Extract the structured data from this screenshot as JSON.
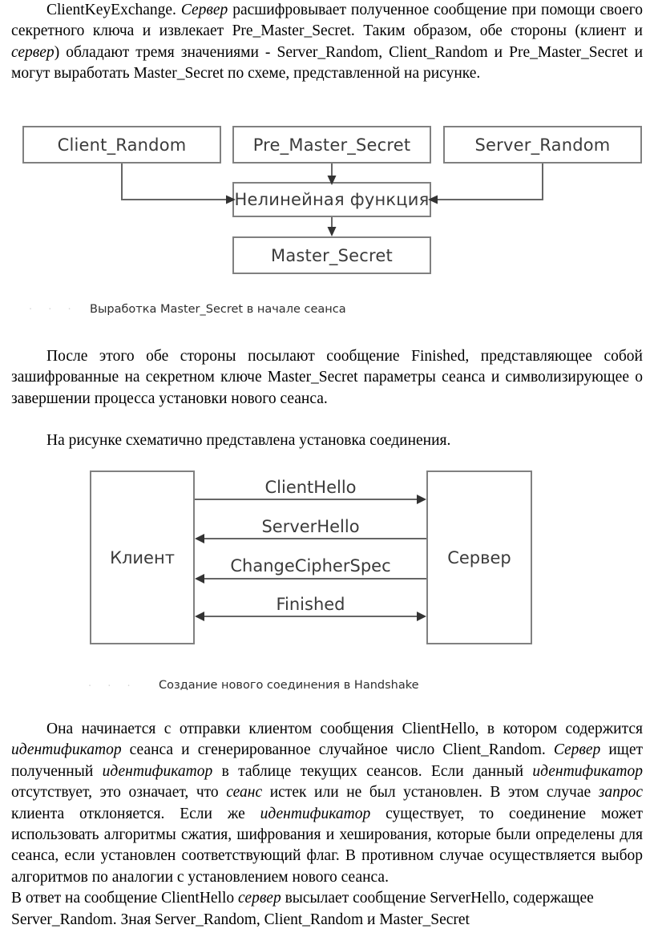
{
  "document": {
    "paragraphs": [
      {
        "id": "p1",
        "text": "ClientKeyExchange. Сервер расшифровывает полученное сообщение при помощи своего секретного ключа и извлекает Pre_Master_Secret. Таким образом, обе стороны (клиент и сервер) обладают тремя значениями - Server_Random, Client_Random и Pre_Master_Secret и могут выработать Master_Secret по схеме, представленной на рисунке."
      },
      {
        "id": "p2",
        "text": "После этого обе стороны посылают сообщение Finished, представляющее собой зашифрованные на секретном ключе Master_Secret параметры сеанса и символизирующее о завершении процесса установки нового сеанса."
      },
      {
        "id": "p3",
        "text": "На рисунке  схематично представлена установка соединения."
      },
      {
        "id": "p4",
        "text": "Она начинается с отправки клиентом сообщения ClientHello, в котором содержится идентификатор сеанса  и  сгенерированное  случайное  число Client_Random. Сервер ищет  полученный идентификатор в  таблице  текущих сеансов. Если данный идентификатор отсутствует, это означает, что сеанс истек или  не  был  установлен.  В  этом  случае запрос клиента  отклоняется.  Если же идентификатор существует, то соединение может использовать алгоритмы сжатия, шифрования и хеширования, которые были определены для сеанса, если установлен соответствующий флаг. В противном случае осуществляется выбор алгоритмов по аналогии с установлением нового сеанса."
      },
      {
        "id": "p5",
        "text": "В ответ на сообщение ClientHello сервер высылает сообщение ServerHello, содержащее Server_Random. Зная Server_Random, Client_Random и Master_Secret"
      }
    ]
  },
  "figure1": {
    "caption": "Выработка Master_Secret в начале сеанса",
    "caption_ghost": ". . .",
    "nodes": {
      "client_random": "Client_Random",
      "pre_master_secret": "Pre_Master_Secret",
      "server_random": "Server_Random",
      "nonlinear_function": "Нелинейная функция",
      "master_secret": "Master_Secret"
    },
    "edges": [
      {
        "from": "client_random",
        "to": "nonlinear_function",
        "direction": "one-way"
      },
      {
        "from": "pre_master_secret",
        "to": "nonlinear_function",
        "direction": "one-way"
      },
      {
        "from": "server_random",
        "to": "nonlinear_function",
        "direction": "one-way"
      },
      {
        "from": "nonlinear_function",
        "to": "master_secret",
        "direction": "one-way"
      }
    ],
    "colors": {
      "box_border": "#808080",
      "connector": "#666666",
      "text": "#3b3b3b"
    }
  },
  "figure2": {
    "caption": "Создание нового соединения в Handshake",
    "caption_ghost": ". . .",
    "parties": {
      "left": "Клиент",
      "right": "Сервер"
    },
    "messages": [
      {
        "label": "ClientHello",
        "direction": "left-to-right"
      },
      {
        "label": "ServerHello",
        "direction": "right-to-left"
      },
      {
        "label": "ChangeCipherSpec",
        "direction": "right-to-left"
      },
      {
        "label": "Finished",
        "direction": "both"
      }
    ],
    "colors": {
      "box_border": "#808080",
      "connector": "#666666",
      "text": "#3b3b3b"
    }
  }
}
